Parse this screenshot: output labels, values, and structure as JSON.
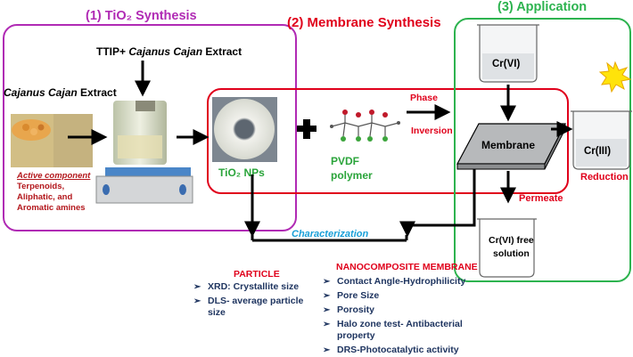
{
  "sections": {
    "synthesis_title": "(1) TiO₂ Synthesis",
    "membrane_title": "(2) Membrane Synthesis",
    "application_title": "(3) Application"
  },
  "synthesis": {
    "ttip_label": "TTIP+",
    "ttip_extract": "Cajanus Cajan",
    "ttip_extract_suffix": " Extract",
    "extract_name": "Cajanus Cajan",
    "extract_suffix": " Extract",
    "active_component_title": "Active component",
    "active_component_items": [
      "Terpenoids,",
      "Aliphatic, and",
      "Aromatic amines"
    ]
  },
  "membrane": {
    "nps_label": "TiO₂ NPs",
    "pvdf_label": "PVDF",
    "polymer_label": "polymer",
    "phase_label": "Phase",
    "inversion_label": "Inversion",
    "membrane_label": "Membrane"
  },
  "application": {
    "beaker_top_label": "Cr(VI)",
    "beaker_right_label": "Cr(III)",
    "reduction_label": "Reduction",
    "permeate_label": "Permeate",
    "free_solution_line1": "Cr(VI) free",
    "free_solution_line2": "solution"
  },
  "characterization_label": "Characterization",
  "particle": {
    "title": "PARTICLE",
    "items": [
      "XRD:  Crystallite size",
      "DLS-  average particle",
      "size"
    ]
  },
  "nanocomposite": {
    "title": "NANOCOMPOSITE MEMBRANE",
    "items": [
      "Contact Angle-Hydrophilicity",
      "Pore Size",
      "Porosity",
      "Halo  zone  test-  Antibacterial",
      "property",
      "DRS-Photocatalytic activity"
    ]
  },
  "colors": {
    "synthesis_border": "#b02ab4",
    "membrane_border": "#e0001b",
    "application_border": "#2db34f",
    "red_text": "#e0001b",
    "green_text": "#2aa43a",
    "cyan_text": "#1aa0d8",
    "navy_text": "#1f3560"
  },
  "icons": [
    "arrow-icon",
    "plus-icon",
    "sun-icon",
    "bullet-arrow-icon"
  ]
}
